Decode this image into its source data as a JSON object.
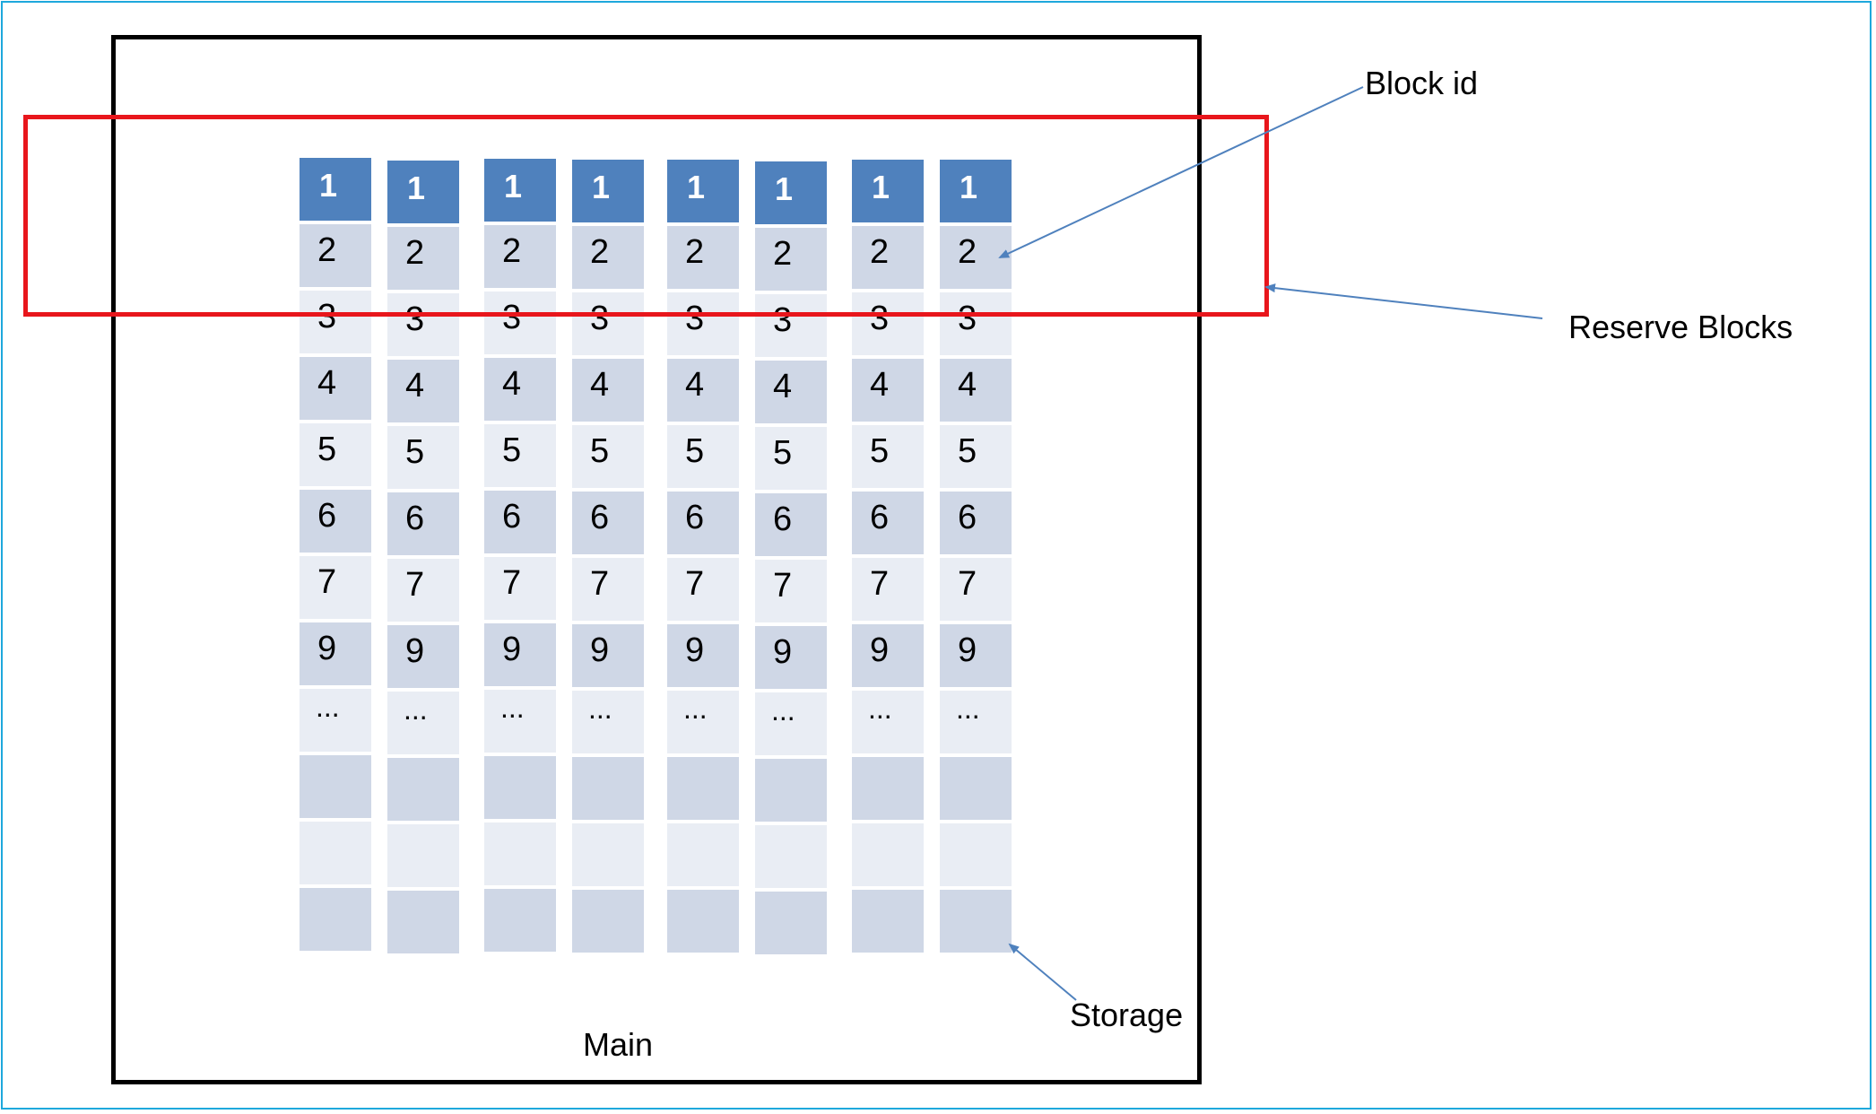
{
  "diagram": {
    "columns": [
      [
        "1",
        "2",
        "3",
        "4",
        "5",
        "6",
        "7",
        "9",
        "...",
        "",
        "",
        ""
      ],
      [
        "1",
        "2",
        "3",
        "4",
        "5",
        "6",
        "7",
        "9",
        "...",
        "",
        "",
        ""
      ],
      [
        "1",
        "2",
        "3",
        "4",
        "5",
        "6",
        "7",
        "9",
        "...",
        "",
        "",
        ""
      ],
      [
        "1",
        "2",
        "3",
        "4",
        "5",
        "6",
        "7",
        "9",
        "...",
        "",
        "",
        ""
      ],
      [
        "1",
        "2",
        "3",
        "4",
        "5",
        "6",
        "7",
        "9",
        "...",
        "",
        "",
        ""
      ],
      [
        "1",
        "2",
        "3",
        "4",
        "5",
        "6",
        "7",
        "9",
        "...",
        "",
        "",
        ""
      ],
      [
        "1",
        "2",
        "3",
        "4",
        "5",
        "6",
        "7",
        "9",
        "...",
        "",
        "",
        ""
      ],
      [
        "1",
        "2",
        "3",
        "4",
        "5",
        "6",
        "7",
        "9",
        "...",
        "",
        "",
        ""
      ]
    ],
    "labels": {
      "block_id": "Block id",
      "reserve_blocks": "Reserve Blocks",
      "storage": "Storage",
      "main": "Main"
    },
    "colors": {
      "header_block": "#4f81bd",
      "dark_block": "#cfd7e6",
      "light_block": "#e9edf4",
      "reserve_outline": "#e8161c",
      "main_outline": "#000000",
      "frame_outline": "#1ea8dc",
      "arrow": "#4f81bd"
    }
  }
}
